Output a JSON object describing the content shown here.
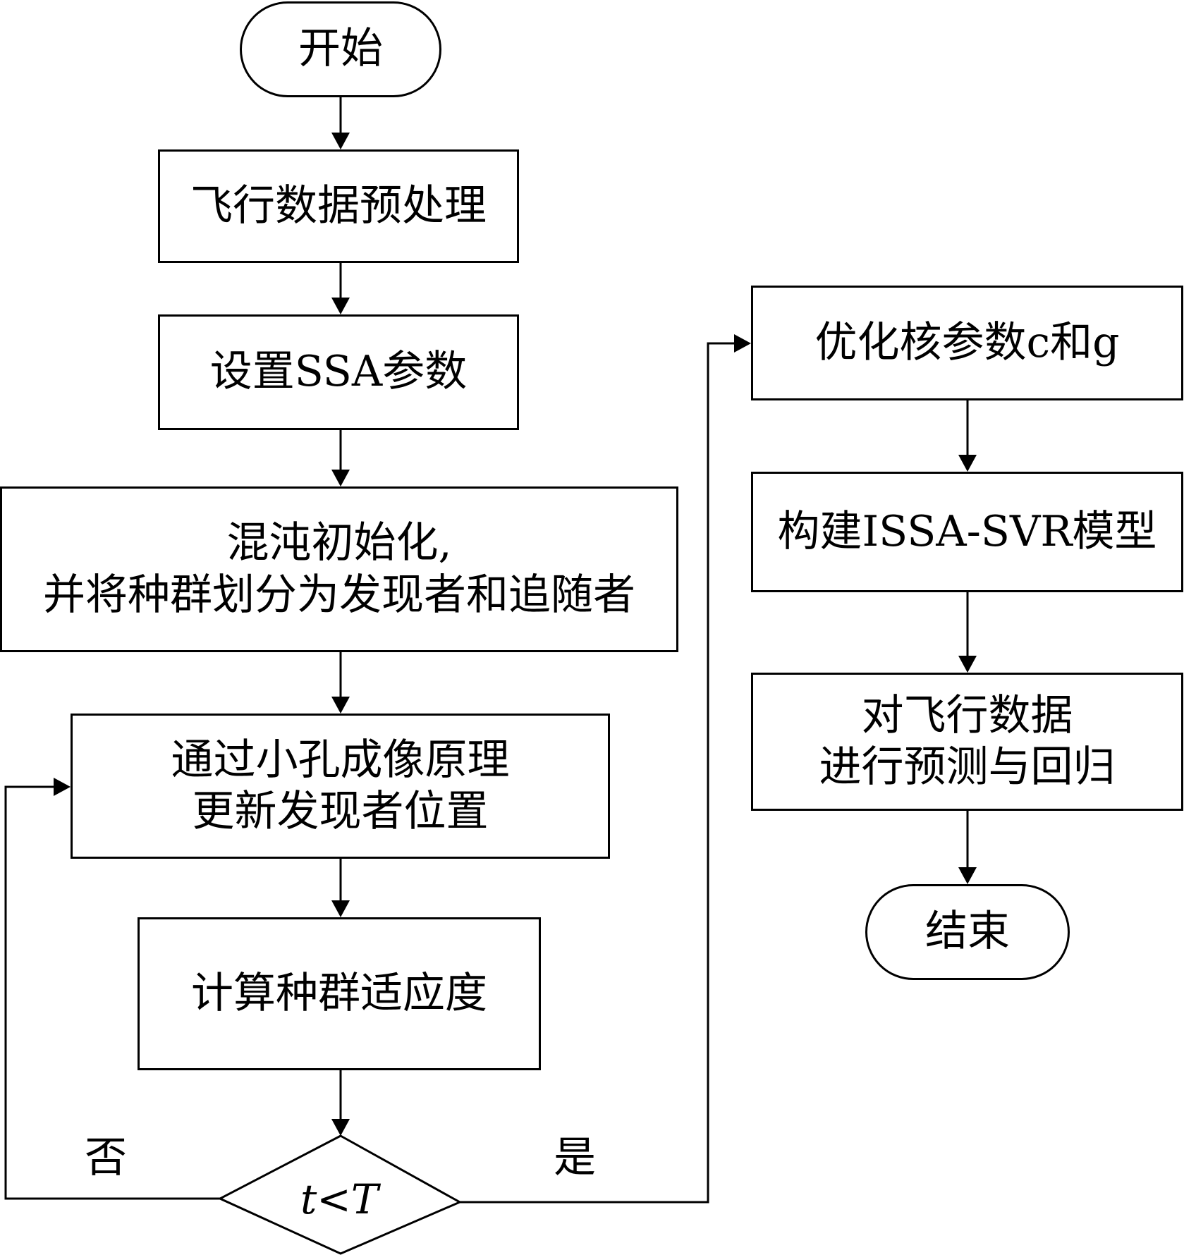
{
  "nodes": {
    "start": "开始",
    "preprocess": "飞行数据预处理",
    "set_params": "设置SSA参数",
    "chaos_init_line1": "混沌初始化,",
    "chaos_init_line2": "并将种群划分为发现者和追随者",
    "update_line1": "通过小孔成像原理",
    "update_line2": "更新发现者位置",
    "fitness": "计算种群适应度",
    "decision": "t<T",
    "optimize": "优化核参数c和g",
    "build_model": "构建ISSA-SVR模型",
    "predict_line1": "对飞行数据",
    "predict_line2": "进行预测与回归",
    "end": "结束"
  },
  "edge_labels": {
    "no": "否",
    "yes": "是"
  }
}
